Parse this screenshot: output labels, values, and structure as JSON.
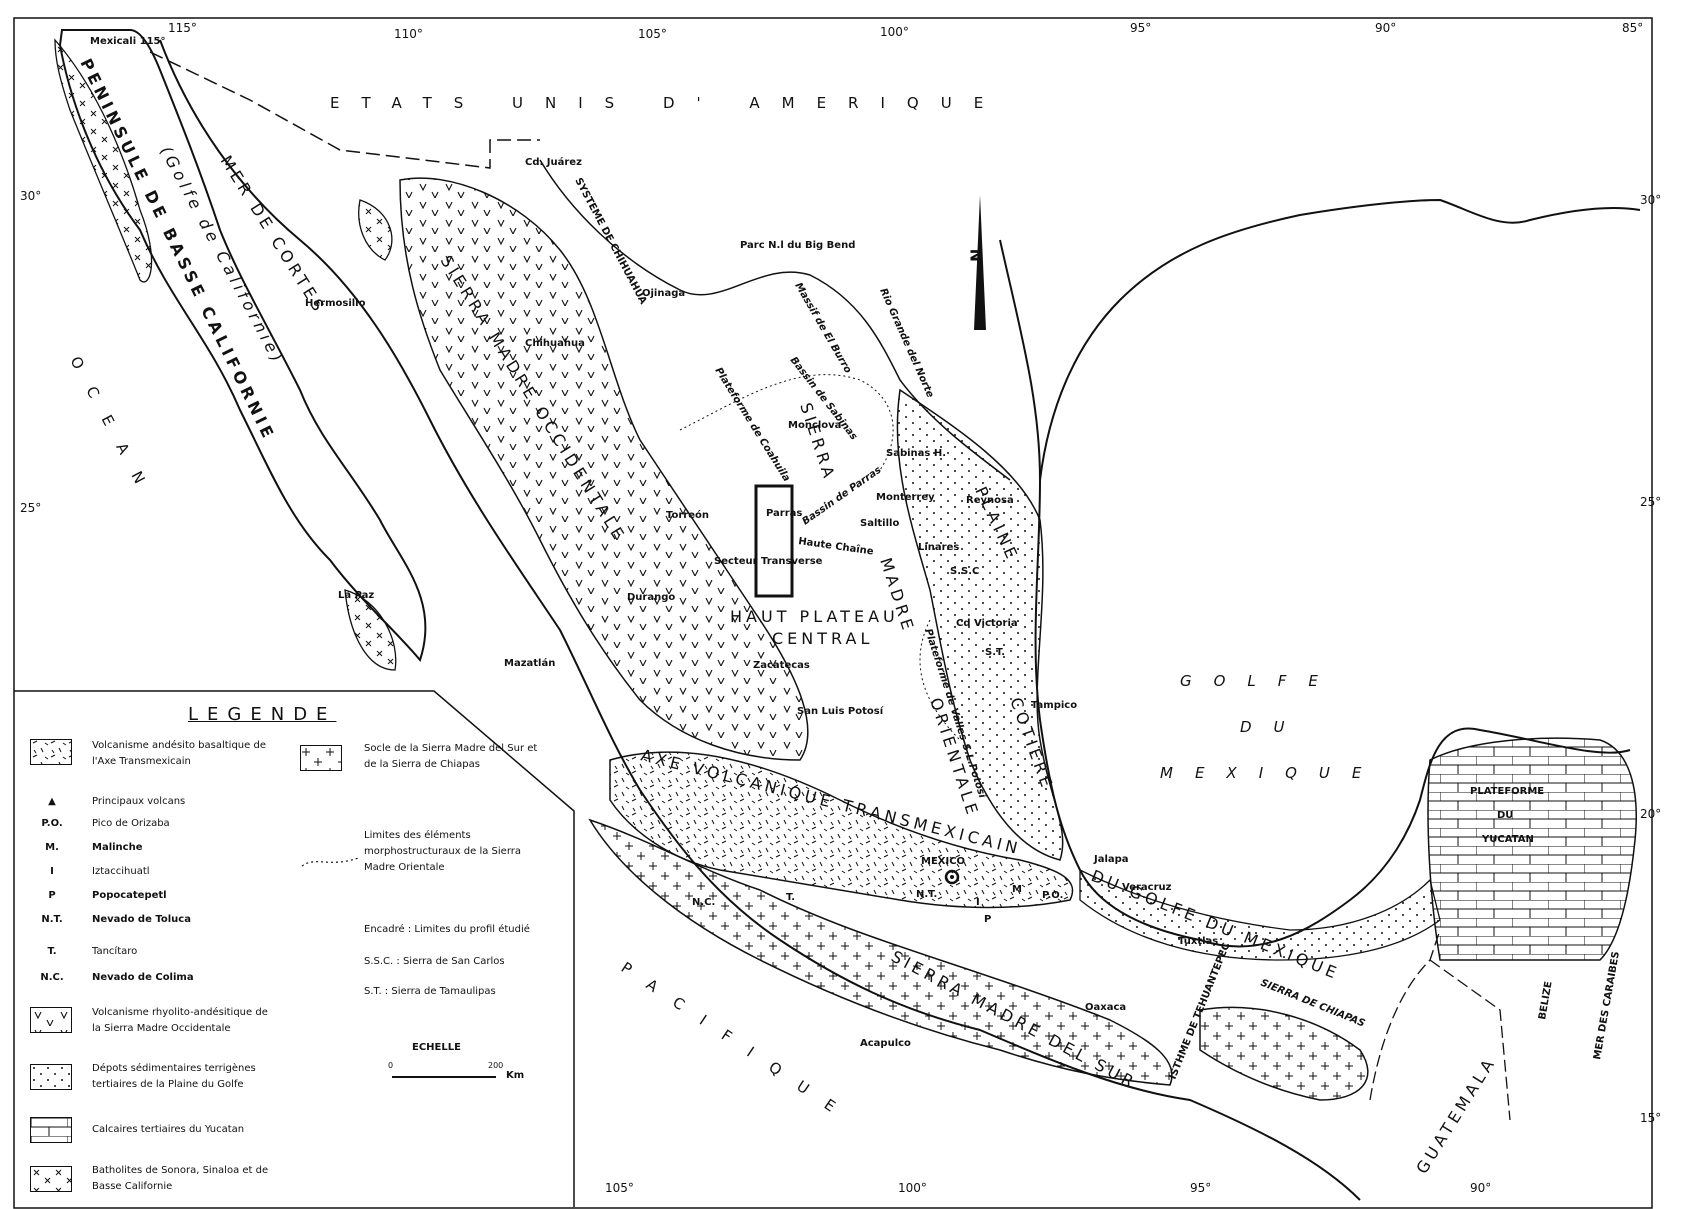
{
  "ticks": {
    "top": [
      "115°",
      "110°",
      "105°",
      "100°",
      "95°",
      "90°",
      "85°"
    ],
    "bottom": [
      "105°",
      "100°",
      "95°",
      "90°"
    ],
    "left": [
      "30°",
      "25°"
    ],
    "right": [
      "30°",
      "25°",
      "20°",
      "15°"
    ]
  },
  "map_labels": {
    "usa": "ETATS UNIS D' AMERIQUE",
    "ocean": "OCEAN",
    "pacifique": "PACIFIQUE",
    "golfe_1": "GOLFE",
    "golfe_2": "DU",
    "golfe_3": "MEXIQUE",
    "peninsule": "PENINSULE DE BASSE CALIFORNIE",
    "golfe_cal": "(Golfe de Californie)",
    "mer_cortes": "MER DE CORTES",
    "sierra_occ": "SIERRA MADRE OCCIDENTALE",
    "systeme_chih": "SYSTEME DE CHIHUAHUA",
    "sierra_or_1": "SIERRA",
    "sierra_or_2": "MADRE",
    "sierra_or_3": "ORIENTALE",
    "plaine": "PLAINE",
    "cotiere": "COTIERE",
    "haut_plateau_1": "HAUT PLATEAU",
    "haut_plateau_2": "CENTRAL",
    "axe_volc": "AXE VOLCANIQUE TRANSMEXICAIN",
    "sierra_sur": "SIERRA MADRE DEL SUR",
    "sierra_chiapas": "SIERRA DE CHIAPAS",
    "isthme": "ISTHME DE TEHUANTEPEC",
    "du_golfe": "DU GOLFE DU MEXIQUE",
    "yucatan_1": "PLATEFORME",
    "yucatan_2": "DU",
    "yucatan_3": "YUCATAN",
    "guatemala": "GUATEMALA",
    "belize": "BELIZE",
    "mer_caraibes": "MER DES CARAIBES",
    "rio_grande": "Rio Grande del Norte",
    "massif_burro": "Massif de El Burro",
    "bassin_sabinas": "Bassin de Sabinas",
    "plateforme_coahuila": "Plateforme de Coahuila",
    "bassin_parras": "Bassin de Parras",
    "haute_chaine": "Haute Chaîne",
    "secteur": "Secteur Transverse",
    "plateforme_valles": "Plateforme de Valles-S.L.Potosi",
    "big_bend": "Parc N.l du Big Bend",
    "north": "N",
    "tuxtlas": "Tuxtlas",
    "ssc": "S.S.C",
    "st": "S.T."
  },
  "cities": {
    "mexicali": "Mexicali 115°",
    "cd_juarez": "Cd. Juárez",
    "ojinaga": "Ojinaga",
    "hermosillo": "Hermosillo",
    "chihuahua": "Chihuahua",
    "monclova": "Monclova",
    "sabinas": "Sabinas H.",
    "monterrey": "Monterrey",
    "reynosa": "Reynosa",
    "saltillo": "Saltillo",
    "torreon": "Torreón",
    "parras": "Parras",
    "linares": "Linares",
    "durango": "Durango",
    "cd_victoria": "Cd Victoria",
    "la_paz": "La Paz",
    "mazatlan": "Mazatlán",
    "zacatecas": "Zacatecas",
    "tampico": "Tampico",
    "san_luis": "San Luis Potosí",
    "mexico": "MEXICO",
    "jalapa": "Jalapa",
    "veracruz": "Veracruz",
    "oaxaca": "Oaxaca",
    "acapulco": "Acapulco",
    "nc": "N.C.",
    "t": "T.",
    "nt": "N.T.",
    "m": "M",
    "i": "I",
    "p": "P",
    "po": "P.O."
  },
  "legend": {
    "title": "LEGENDE",
    "andesite": "Volcanisme andésito basaltique de l'Axe Transmexicain",
    "volcans": "Principaux volcans",
    "po_label": "P.O.",
    "po_text": "Pico de Orizaba",
    "m_label": "M.",
    "m_text": "Malinche",
    "i_label": "I",
    "i_text": "Iztaccihuatl",
    "p_label": "P",
    "p_text": "Popocatepetl",
    "nt_label": "N.T.",
    "nt_text": "Nevado de Toluca",
    "t_label": "T.",
    "t_text": "Tancítaro",
    "nc_label": "N.C.",
    "nc_text": "Nevado de Colima",
    "rhyolite": "Volcanisme rhyolito-andésitique de la Sierra Madre Occidentale",
    "depots": "Dépots sédimentaires terrigènes tertiaires de la Plaine du Golfe",
    "calcaires": "Calcaires tertiaires du Yucatan",
    "batholites": "Batholites de Sonora, Sinaloa et de Basse Californie",
    "socle": "Socle de la Sierra Madre del Sur et de la Sierra de Chiapas",
    "limites": "Limites des éléments morphostructuraux de la Sierra Madre Orientale",
    "encadre": "Encadré : Limites du profil étudié",
    "ssc": "S.S.C. : Sierra de San Carlos",
    "st": "S.T. : Sierra de Tamaulipas",
    "echelle": "ECHELLE",
    "scale_0": "0",
    "scale_200": "200",
    "scale_unit": "Km"
  }
}
